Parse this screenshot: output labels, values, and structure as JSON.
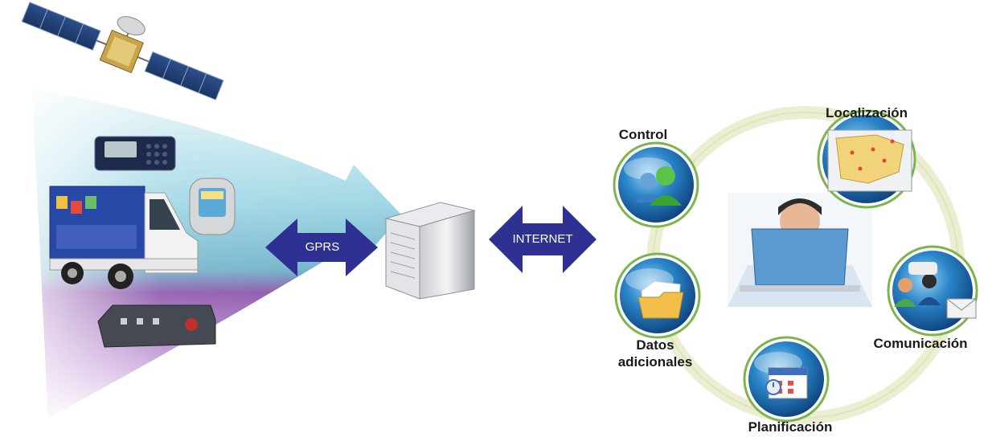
{
  "labels": {
    "gprs": "GPRS",
    "internet": "INTERNET",
    "localizacion": "Localización",
    "control": "Control",
    "datos_line1": "Datos",
    "datos_line2": "adicionales",
    "comunicacion": "Comunicación",
    "planificacion": "Planificación"
  },
  "icons": {
    "satellite": "satellite-icon",
    "radio_terminal": "radio-terminal-icon",
    "truck": "delivery-truck-icon",
    "gps_device": "gps-device-icon",
    "tracker_box": "tracker-box-icon",
    "server": "server-icon",
    "control": "users-icon",
    "localizacion": "map-icon",
    "datos": "folder-icon",
    "comunicacion": "chat-mail-icon",
    "planificacion": "calendar-icon",
    "operator": "operator-laptop-icon"
  },
  "colors": {
    "arrow_fill": "#2e3192",
    "beam_cyan": "#9fd8e6",
    "beam_purple": "#6a1b8a",
    "bubble_blue": "#1e6fb8",
    "bubble_rim": "#7bb54b",
    "ring": "#e9eccb"
  }
}
